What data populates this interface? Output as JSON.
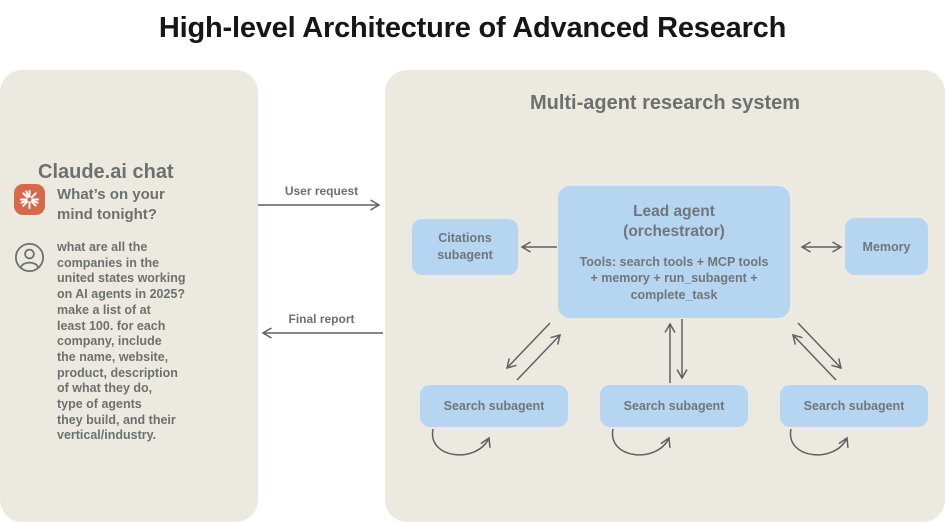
{
  "title": "High-level Architecture of Advanced Research",
  "chat_panel": {
    "header": "Claude.ai chat",
    "assistant_prompt": "What’s on your\nmind tonight?",
    "user_message": "what are all the\ncompanies in the\nunited states working\non AI agents in 2025?\nmake a list of at\nleast 100. for each\ncompany, include\nthe name, website,\nproduct, description\nof what they do,\ntype of agents\nthey build, and their\nvertical/industry."
  },
  "flow_labels": {
    "user_request": "User request",
    "final_report": "Final report"
  },
  "research_panel": {
    "header": "Multi-agent research system",
    "citations_box": "Citations\nsubagent",
    "lead_agent": {
      "title": "Lead agent\n(orchestrator)",
      "tools": "Tools: search tools + MCP tools\n+ memory + run_subagent +\ncomplete_task"
    },
    "memory_box": "Memory",
    "search_subagents": [
      "Search subagent",
      "Search subagent",
      "Search subagent"
    ]
  },
  "icons": {
    "assistant": "claude-starburst-icon",
    "user": "user-avatar-icon"
  },
  "colors": {
    "title_black": "#161616",
    "panel_bg": "#ECEAE0",
    "box_blue": "#B6D5F0",
    "header_gray": "#6C716F",
    "box_text_gray": "#6F767C",
    "arrow_gray": "#5F6060",
    "claude_orange": "#D5694B"
  }
}
